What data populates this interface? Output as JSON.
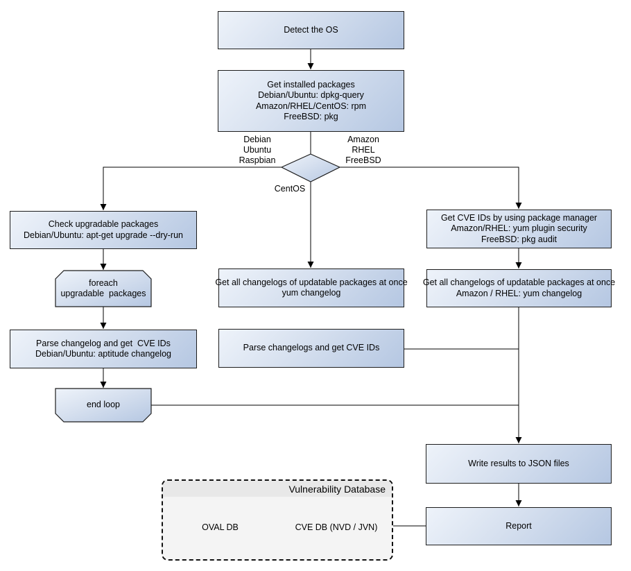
{
  "colors": {
    "node_fill_light": "#eef3fa",
    "node_fill_dark": "#b5c7e2",
    "stroke": "#1c1c1c",
    "db_header_bg": "#e8e8e8",
    "db_body_bg": "#f4f4f4"
  },
  "nodes": {
    "detect_os": "Detect the OS",
    "get_installed_packages": "Get installed packages\nDebian/Ubuntu: dpkg-query\nAmazon/RHEL/CentOS: rpm\nFreeBSD: pkg",
    "check_upgradable": "Check upgradable packages\nDebian/Ubuntu: apt-get upgrade --dry-run",
    "foreach_loop": "foreach\nupgradable  packages",
    "parse_changelog_debian": "Parse changelog and get  CVE IDs\nDebian/Ubuntu: aptitude changelog",
    "end_loop": "end loop",
    "get_changelogs_centos": "Get all changelogs of updatable packages at once\nyum changelog",
    "parse_changelogs_centos": "Parse changelogs and get CVE IDs",
    "get_cve_ids_package_manager": "Get CVE IDs by using package manager\nAmazon/RHEL: yum plugin security\nFreeBSD: pkg audit",
    "get_changelogs_amazon_rhel": "Get all changelogs of updatable packages at once\nAmazon / RHEL: yum changelog",
    "write_results": "Write results to JSON files",
    "report": "Report"
  },
  "branch_labels": {
    "left": "Debian\nUbuntu\nRaspbian",
    "right": "Amazon\nRHEL\nFreeBSD",
    "bottom": "CentOS"
  },
  "database": {
    "title": "Vulnerability Database",
    "oval_db": "OVAL DB",
    "cve_db": "CVE DB (NVD / JVN)"
  }
}
